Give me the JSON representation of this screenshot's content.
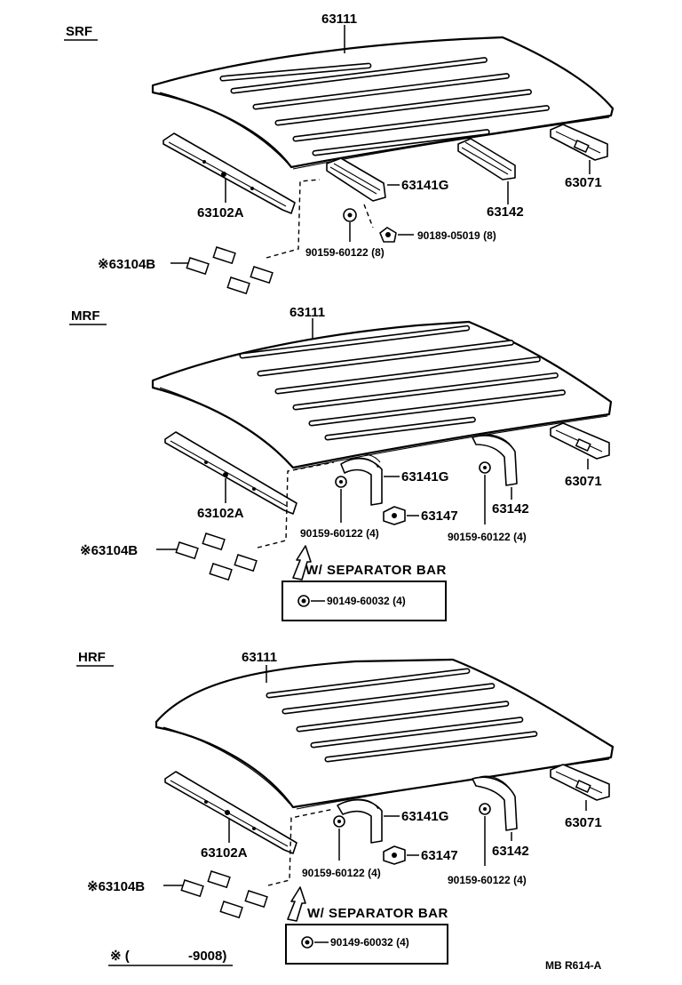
{
  "sections": {
    "srf": {
      "code": "SRF",
      "roof": "63111",
      "rail": "63102A",
      "spacer": "※63104B",
      "bow_front": "63141G",
      "bow_rear": "63142",
      "rear_rail": "63071",
      "screw": "90159-60122 (8)",
      "nut": "90189-05019 (8)"
    },
    "mrf": {
      "code": "MRF",
      "roof": "63111",
      "rail": "63102A",
      "spacer": "※63104B",
      "bow_front": "63141G",
      "bow_rear": "63142",
      "rear_rail": "63071",
      "bracket": "63147",
      "screw_front": "90159-60122 (4)",
      "screw_rear": "90159-60122 (4)",
      "separator_title": "W/ SEPARATOR BAR",
      "separator_part": "90149-60032 (4)"
    },
    "hrf": {
      "code": "HRF",
      "roof": "63111",
      "rail": "63102A",
      "spacer": "※63104B",
      "bow_front": "63141G",
      "bow_rear": "63142",
      "rear_rail": "63071",
      "bracket": "63147",
      "screw_front": "90159-60122 (4)",
      "screw_rear": "90159-60122 (4)",
      "separator_title": "W/ SEPARATOR BAR",
      "separator_part": "90149-60032 (4)"
    }
  },
  "footnote": {
    "mark": "※ (",
    "range": "-9008)"
  },
  "ref_code": "MB  R614-A"
}
